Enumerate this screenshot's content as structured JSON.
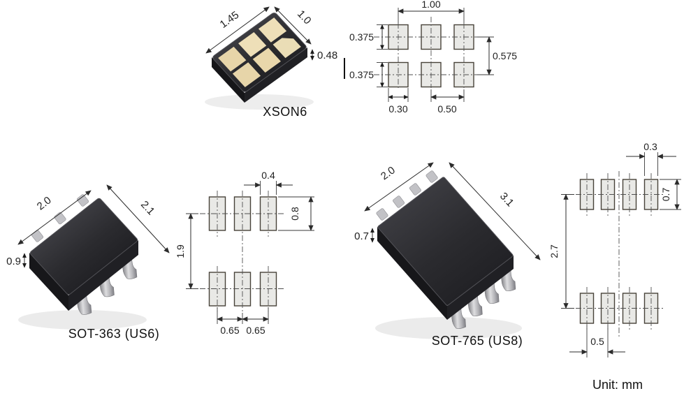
{
  "unit_label": "Unit: mm",
  "packages": {
    "xson6": {
      "label": "XSON6",
      "photo": {
        "length": "1.45",
        "width": "1.0",
        "thickness": "0.48"
      },
      "land": {
        "span": "1.00",
        "pad_h_top": "0.375",
        "pad_h_bot": "0.375",
        "row_gap": "0.575",
        "pad_w": "0.30",
        "pitch": "0.50"
      }
    },
    "sot363": {
      "label": "SOT-363 (US6)",
      "photo": {
        "length": "2.0",
        "width": "2.1",
        "thickness": "0.9"
      },
      "land": {
        "pad_w": "0.4",
        "pad_h": "0.8",
        "row_gap": "1.9",
        "pitch_a": "0.65",
        "pitch_b": "0.65"
      }
    },
    "sot765": {
      "label": "SOT-765 (US8)",
      "photo": {
        "length": "2.0",
        "width": "3.1",
        "thickness": "0.7"
      },
      "land": {
        "pad_w": "0.3",
        "pad_h": "0.7",
        "row_gap": "2.7",
        "pitch": "0.5"
      }
    }
  },
  "colors": {
    "dimension": "#2b2b2b",
    "pad_fill": "#e9e9e6",
    "pad_stroke": "#474239",
    "body_dark": "#232326",
    "lead_silver": "#c9c9cd",
    "pin_pad_gold": "#e9d7ab"
  }
}
